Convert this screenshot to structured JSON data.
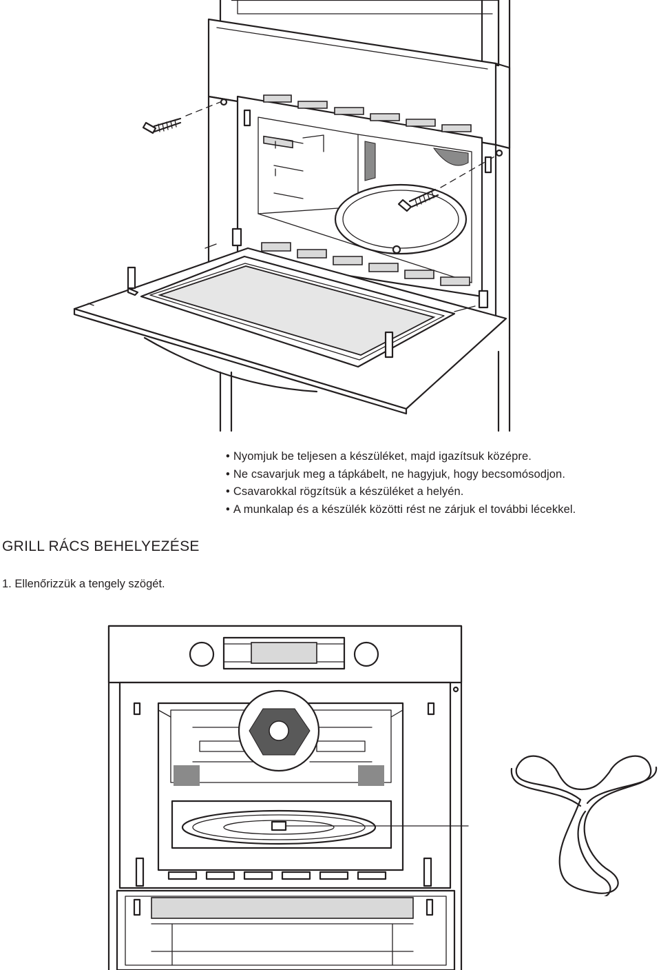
{
  "instructions": {
    "bullets": [
      "Nyomjuk be teljesen a készüléket, majd igazítsuk középre.",
      "Ne csavarjuk meg a tápkábelt, ne hagyjuk, hogy becsomósodjon.",
      "Csavarokkal rögzítsük a készüléket a helyén.",
      "A munkalap és a készülék közötti rést ne zárjuk el további lécekkel."
    ]
  },
  "section": {
    "heading": "GRILL RÁCS BEHELYEZÉSE",
    "step1": "1. Ellenőrizzük a tengely szögét."
  },
  "icons": {
    "illustration_top": "built-in-oven-installation-illustration",
    "illustration_bottom": "oven-front-with-turntable-support-illustration",
    "detail": "roller-ring-support-icon"
  }
}
